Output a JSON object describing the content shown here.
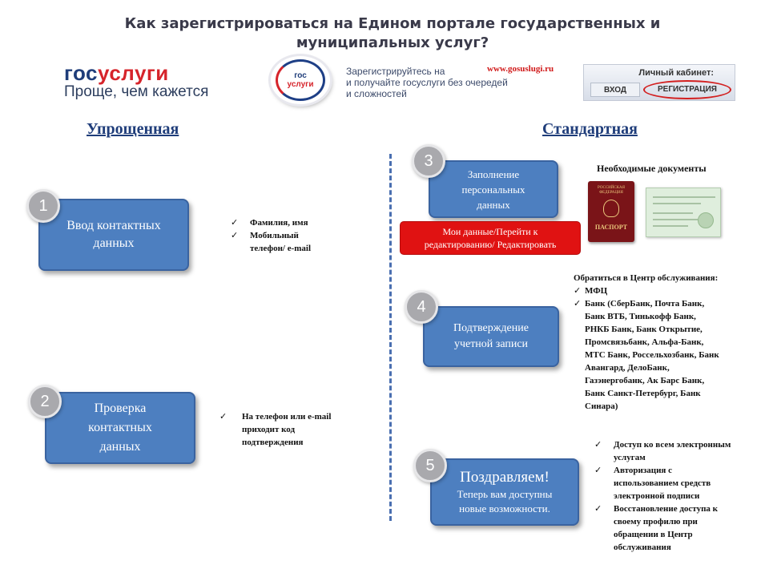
{
  "header": {
    "title_line1": "Как зарегистрироваться на Едином портале государственных и",
    "title_line2": "муниципальных услуг?"
  },
  "banner": {
    "logo_part1": "гос",
    "logo_part2": "услуги",
    "slogan": "Проще, чем кажется",
    "round_logo_line1": "гос",
    "round_logo_line2": "услуги",
    "register_line1": "Зарегистрируйтесь на",
    "register_line2": "и получайте госуслуги без очередей",
    "register_line3": "и сложностей",
    "site": "www.gosuslugi.ru",
    "cabinet_title": "Личный кабинет:",
    "login_label": "ВХОД",
    "register_label": "РЕГИСТРАЦИЯ"
  },
  "simplified": {
    "title": "Упрощенная",
    "step1": {
      "number": "1",
      "label": "Ввод контактных\nданных"
    },
    "step1_notes": [
      "Фамилия, имя",
      "Мобильный\nтелефон/ e-mail"
    ],
    "step2": {
      "number": "2",
      "label": "Проверка\nконтактных\nданных"
    },
    "step2_notes": [
      "На телефон или e-mail\nприходит код\nподтверждения"
    ]
  },
  "standard": {
    "title": "Стандартная",
    "step3": {
      "number": "3",
      "label": "Заполнение\nперсональных\nданных"
    },
    "action_button": "Мои данные/Перейти к\nредактированию/ Редактировать",
    "docs_title": "Необходимые  документы",
    "passport_small": "РОССИЙСКАЯ ФЕДЕРАЦИЯ",
    "passport_label": "ПАСПОРТ",
    "step4": {
      "number": "4",
      "label": "Подтверждение\nучетной записи"
    },
    "service_title": "Обратиться  в Центр  обслуживания:",
    "service_items": [
      "МФЦ",
      "Банк (СберБанк,  Почта  Банк,\nБанк ВТБ, Тинькофф  Банк,\nРНКБ Банк, Банк Открытие,\nПромсвязьбанк,  Альфа-Банк,\nМТС Банк, Россельхозбанк,  Банк\nАвангард,  ДелоБанк,\nГазэнергобанк,  Ак Барс Банк,\nБанк Санкт-Петербург,  Банк\nСинара)"
    ],
    "step5": {
      "number": "5",
      "label_line1": "Поздравляем!",
      "label_line2": "Теперь вам доступны\nновые возможности."
    },
    "step5_notes": [
      "Доступ  ко  всем электронным\nуслугам",
      "Авторизация  с\nиспользованием  средств\nэлектронной  подписи",
      "Восстановление  доступа  к\nсвоему  профилю  при\nобращении  в Центр\nобслуживания"
    ]
  },
  "icons": {
    "check": "check-icon"
  }
}
